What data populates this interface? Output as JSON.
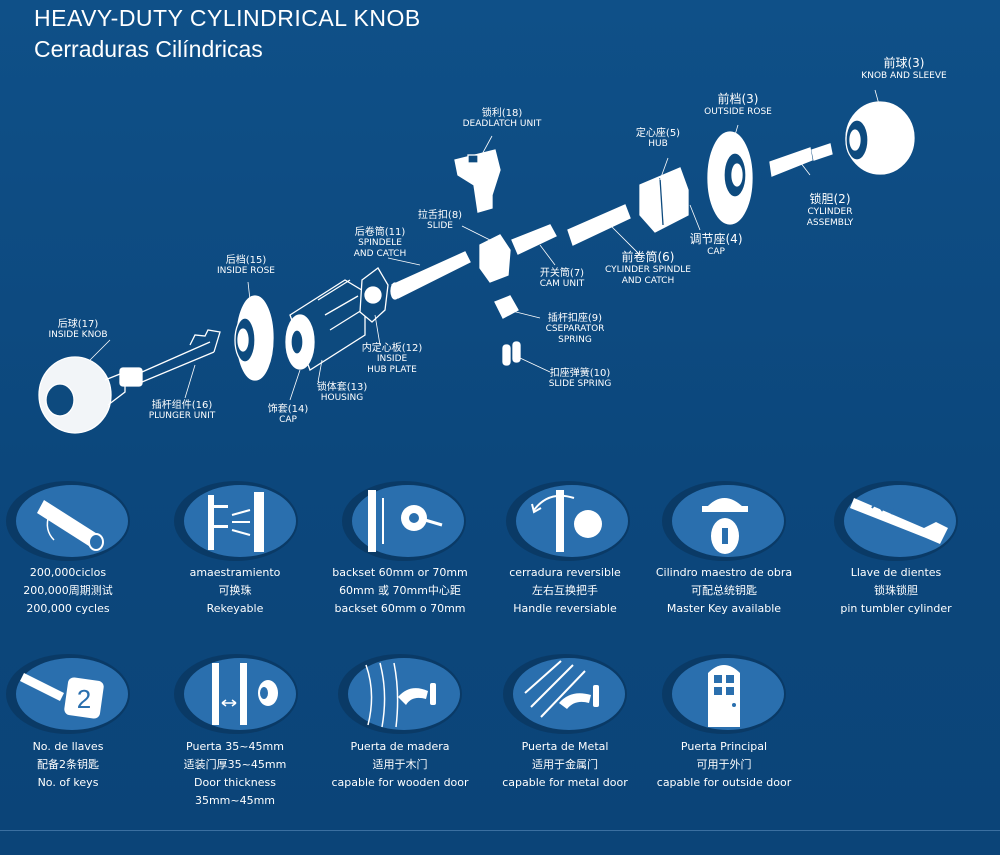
{
  "header": {
    "title_en": "HEAVY-DUTY CYLINDRICAL KNOB",
    "title_es": "Cerraduras Cilíndricas"
  },
  "parts": [
    {
      "cn": "前球(3)",
      "en": "KNOB AND SLEEVE"
    },
    {
      "cn": "前档(3)",
      "en": "OUTSIDE ROSE"
    },
    {
      "cn": "锁利(18)",
      "en": "DEADLATCH UNIT"
    },
    {
      "cn": "定心座(5)",
      "en": "HUB"
    },
    {
      "cn": "锁胆(2)",
      "en": "CYLINDER",
      "en2": "ASSEMBLY"
    },
    {
      "cn": "调节座(4)",
      "en": "CAP"
    },
    {
      "cn": "拉舌扣(8)",
      "en": "SLIDE"
    },
    {
      "cn": "后卷筒(11)",
      "en": "SPINDELE",
      "en2": "AND CATCH"
    },
    {
      "cn": "前卷筒(6)",
      "en": "CYLINDER SPINDLE",
      "en2": "AND CATCH"
    },
    {
      "cn": "开关筒(7)",
      "en": "CAM UNIT"
    },
    {
      "cn": "后档(15)",
      "en": "INSIDE ROSE"
    },
    {
      "cn": "插杆扣座(9)",
      "en": "CSEPARATOR",
      "en2": "SPRING"
    },
    {
      "cn": "后球(17)",
      "en": "INSIDE KNOB"
    },
    {
      "cn": "内定心板(12)",
      "en": "INSIDE",
      "en2": "HUB PLATE"
    },
    {
      "cn": "锁体套(13)",
      "en": "HOUSING"
    },
    {
      "cn": "扣座弹簧(10)",
      "en": "SLIDE SPRING"
    },
    {
      "cn": "插杆组件(16)",
      "en": "PLUNGER UNIT"
    },
    {
      "cn": "饰套(14)",
      "en": "CAP"
    }
  ],
  "features": [
    {
      "icon": "cycles-icon",
      "lines": [
        "200,000ciclos",
        "200,000周期测试",
        "200,000 cycles"
      ]
    },
    {
      "icon": "rekey-icon",
      "lines": [
        "amaestramiento",
        "可换珠",
        "Rekeyable"
      ]
    },
    {
      "icon": "backset-icon",
      "lines": [
        "backset 60mm or 70mm",
        "60mm 或 70mm中心距",
        "backset 60mm o 70mm"
      ]
    },
    {
      "icon": "reversible-handle-icon",
      "lines": [
        "cerradura reversible",
        "左右互换把手",
        "Handle reversiable"
      ]
    },
    {
      "icon": "master-key-icon",
      "lines": [
        "Cilindro maestro de obra",
        "可配总统钥匙",
        "Master Key available"
      ]
    },
    {
      "icon": "pin-tumbler-icon",
      "lines": [
        "Llave de dientes",
        "锁珠锁胆",
        "pin tumbler cylinder"
      ]
    },
    {
      "icon": "two-keys-icon",
      "lines": [
        "No. de llaves",
        "配备2条钥匙",
        "No. of keys"
      ],
      "badge": "2"
    },
    {
      "icon": "door-thickness-icon",
      "lines": [
        "Puerta 35~45mm",
        "适装门厚35~45mm",
        "Door thickness",
        "35mm~45mm"
      ]
    },
    {
      "icon": "wooden-door-icon",
      "lines": [
        "Puerta de madera",
        "适用于木门",
        "capable for wooden door"
      ]
    },
    {
      "icon": "metal-door-icon",
      "lines": [
        "Puerta de Metal",
        "适用于金属门",
        "capable for metal door"
      ]
    },
    {
      "icon": "outside-door-icon",
      "lines": [
        "Puerta Principal",
        "可用于外门",
        "capable for outside door"
      ]
    }
  ],
  "colors": {
    "background": "#0d4a7e",
    "icon_rim": "#0a3a66",
    "icon_fill": "#2a6fae",
    "line": "#ffffff"
  }
}
